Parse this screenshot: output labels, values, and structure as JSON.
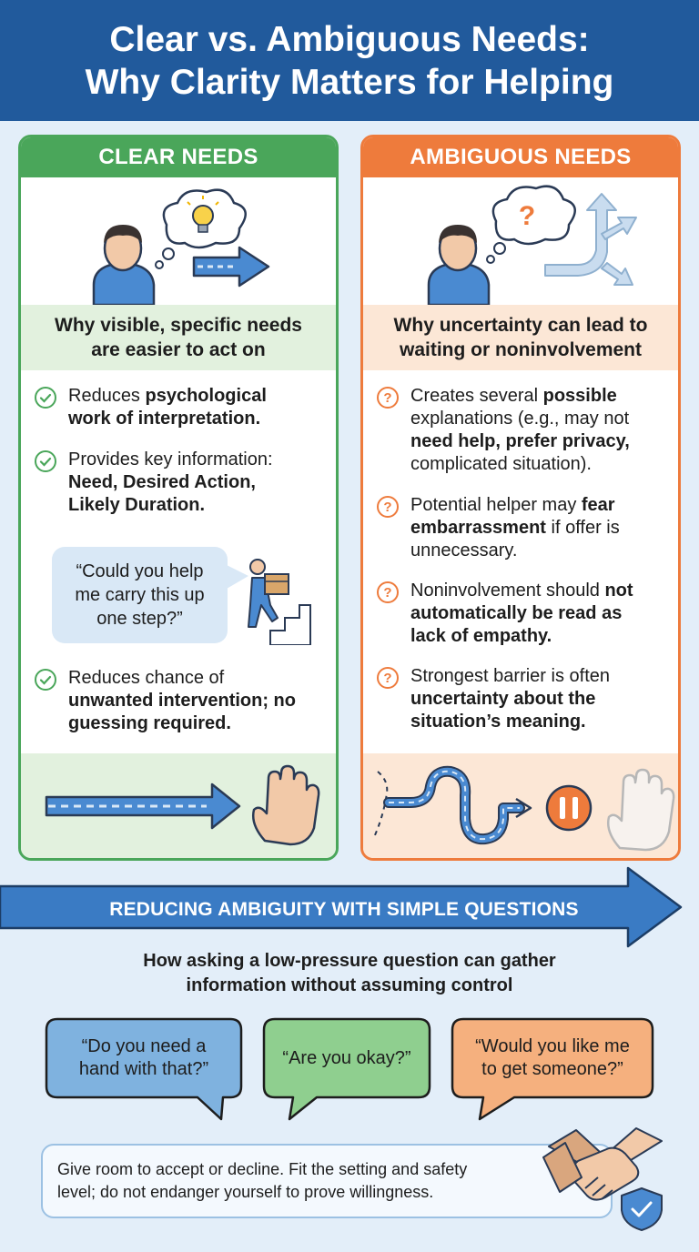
{
  "header": {
    "title_line1": "Clear vs. Ambiguous Needs:",
    "title_line2": "Why Clarity Matters for Helping"
  },
  "clear": {
    "heading": "CLEAR NEEDS",
    "why_line1": "Why visible, specific needs",
    "why_line2": "are easier to act on",
    "items": [
      {
        "line1_plain": "Reduces ",
        "line1_bold": "psychological",
        "line2_bold": "work of interpretation."
      },
      {
        "line1_plain": "Provides key information:",
        "line2_bold": "Need, Desired Action,",
        "line3_bold": "Likely Duration."
      },
      {
        "line1_plain": "Reduces chance of",
        "line2_bold": "unwanted intervention; no",
        "line3_bold": "guessing required."
      }
    ],
    "quote_line1": "“Could you help",
    "quote_line2": "me carry this up",
    "quote_line3": "one step?”"
  },
  "ambiguous": {
    "heading": "AMBIGUOUS NEEDS",
    "why_line1": "Why uncertainty can lead to",
    "why_line2": "waiting or noninvolvement",
    "items": [
      {
        "line1_plain": "Creates several ",
        "line1_bold": "possible",
        "line2_plain": "explanations (e.g., may not",
        "line3_bold": "need help, prefer privacy,",
        "line4_plain": "complicated situation)."
      },
      {
        "line1_plain": "Potential helper may ",
        "line1_bold": "fear",
        "line2_bold": "embarrassment",
        "line2_plain": " if offer is",
        "line3_plain": "unnecessary."
      },
      {
        "line1_plain": "Noninvolvement should ",
        "line1_bold": "not",
        "line2_bold": "automatically be read as",
        "line3_bold": "lack of empathy."
      },
      {
        "line1_plain": "Strongest barrier is often",
        "line2_bold": "uncertainty about the",
        "line3_bold": "situation’s meaning."
      }
    ]
  },
  "banner": {
    "text": "REDUCING AMBIGUITY WITH SIMPLE QUESTIONS"
  },
  "subhead": {
    "line1": "How asking a low-pressure question can gather",
    "line2": "information without assuming control"
  },
  "questions": [
    {
      "line1": "“Do you need a",
      "line2": "hand with that?”",
      "fill": "#7fb2df"
    },
    {
      "line1": "“Are you okay?”",
      "fill": "#8fcf8f"
    },
    {
      "line1": "“Would you like me",
      "line2": "to get someone?”",
      "fill": "#f5b07e"
    }
  ],
  "note": {
    "line1": "Give room to accept or decline. Fit the setting and safety",
    "line2": "level; do not endanger yourself to prove willingness."
  },
  "colors": {
    "header": "#215a9c",
    "clear_accent": "#4aa65a",
    "ambiguous_accent": "#ee7b3c",
    "banner": "#3a7bc4"
  }
}
